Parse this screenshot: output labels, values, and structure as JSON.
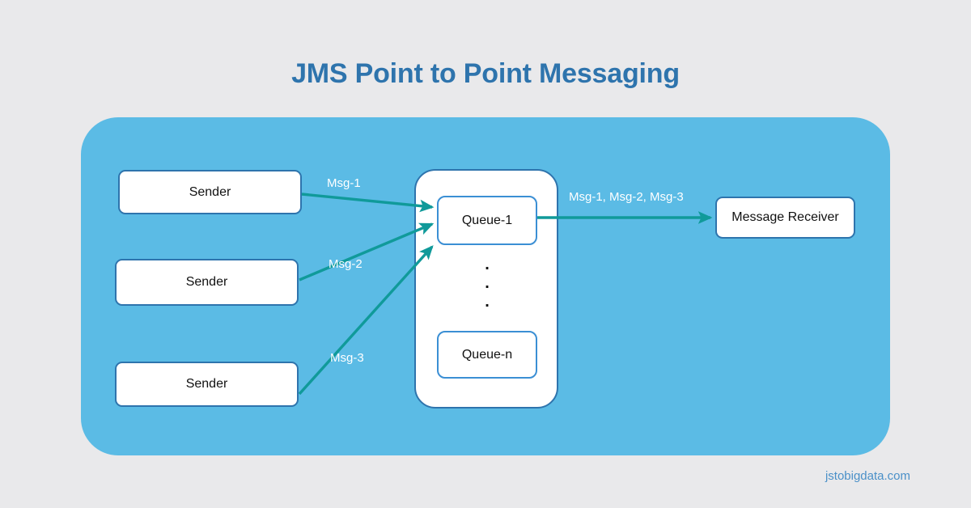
{
  "page": {
    "title": "JMS Point to Point Messaging",
    "background_color": "#e9e9eb",
    "title_color": "#2e74ad"
  },
  "panel": {
    "color": "#5bbbe5"
  },
  "diagram": {
    "senders": [
      {
        "label": "Sender"
      },
      {
        "label": "Sender"
      },
      {
        "label": "Sender"
      }
    ],
    "queue_container": {
      "queues": [
        {
          "label": "Queue-1"
        },
        {
          "label": "Queue-n"
        }
      ],
      "ellipsis": [
        "."
      ]
    },
    "receiver": {
      "label": "Message Receiver"
    },
    "edges": [
      {
        "label": "Msg-1",
        "from": "sender-1",
        "to": "queue-1"
      },
      {
        "label": "Msg-2",
        "from": "sender-2",
        "to": "queue-1"
      },
      {
        "label": "Msg-3",
        "from": "sender-3",
        "to": "queue-1"
      },
      {
        "label": "Msg-1, Msg-2, Msg-3",
        "from": "queue-1",
        "to": "message-receiver"
      }
    ],
    "arrow_color": "#109a9a",
    "box_border_color": "#2e74ad",
    "queue_border_color": "#3b8fd4"
  },
  "watermark": {
    "text": "jstobigdata.com",
    "color": "#4a90c8"
  }
}
